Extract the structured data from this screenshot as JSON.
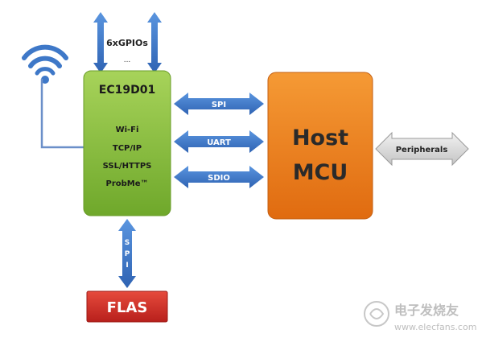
{
  "gpio_label": "6xGPIOs",
  "gpio_dots": "...",
  "module": {
    "title": "EC19D01",
    "features": [
      "Wi-Fi",
      "TCP/IP",
      "SSL/HTTPS",
      "ProbMe™"
    ]
  },
  "buses": {
    "spi": "SPI",
    "uart": "UART",
    "sdio": "SDIO",
    "flash_spi_letters": [
      "S",
      "P",
      "I"
    ]
  },
  "host": {
    "line1": "Host",
    "line2": "MCU"
  },
  "peripherals_label": "Peripherals",
  "flash_label": "FLAS",
  "watermark": {
    "cn": "电子发烧友",
    "url": "www.elecfans.com"
  },
  "colors": {
    "module_green": "#8DC63F",
    "host_orange": "#F0821E",
    "arrow_blue": "#3E78C8",
    "flash_red": "#D9302C",
    "peripheral_grey": "#D8D8D8",
    "wifi_blue": "#3E78C8"
  }
}
